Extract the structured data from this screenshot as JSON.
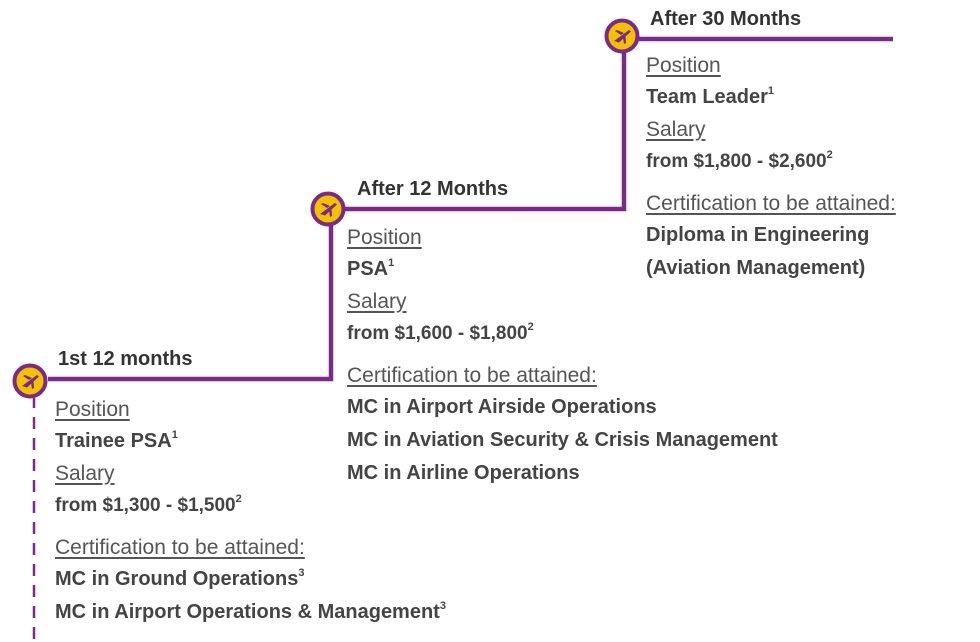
{
  "colors": {
    "accent": "#7B2A8A",
    "badge_fill": "#F2C200",
    "text": "#444444"
  },
  "icons": {
    "stage_badge": "airplane-icon"
  },
  "stages": [
    {
      "title": "1st 12 months",
      "position_label": "Position",
      "position_value": "Trainee PSA",
      "position_note": "1",
      "salary_label": "Salary",
      "salary_value": "from $1,300 - $1,500",
      "salary_note": "2",
      "cert_label": "Certification to be attained:",
      "certs": [
        {
          "text": "MC in Ground Operations",
          "note": "3"
        },
        {
          "text": "MC in Airport Operations & Management",
          "note": "3"
        }
      ]
    },
    {
      "title": "After 12 Months",
      "position_label": "Position",
      "position_value": "PSA",
      "position_note": "1",
      "salary_label": "Salary",
      "salary_value": "from $1,600 - $1,800",
      "salary_note": "2",
      "cert_label": "Certification to be attained:",
      "certs": [
        {
          "text": "MC in Airport Airside Operations",
          "note": ""
        },
        {
          "text": "MC in Aviation Security & Crisis Management",
          "note": ""
        },
        {
          "text": "MC in Airline Operations",
          "note": ""
        }
      ]
    },
    {
      "title": "After 30 Months",
      "position_label": "Position",
      "position_value": "Team Leader",
      "position_note": "1",
      "salary_label": "Salary",
      "salary_value": "from $1,800 - $2,600",
      "salary_note": "2",
      "cert_label": "Certification to be attained:",
      "certs": [
        {
          "text": "Diploma in Engineering",
          "note": ""
        },
        {
          "text": "(Aviation Management)",
          "note": ""
        }
      ]
    }
  ]
}
